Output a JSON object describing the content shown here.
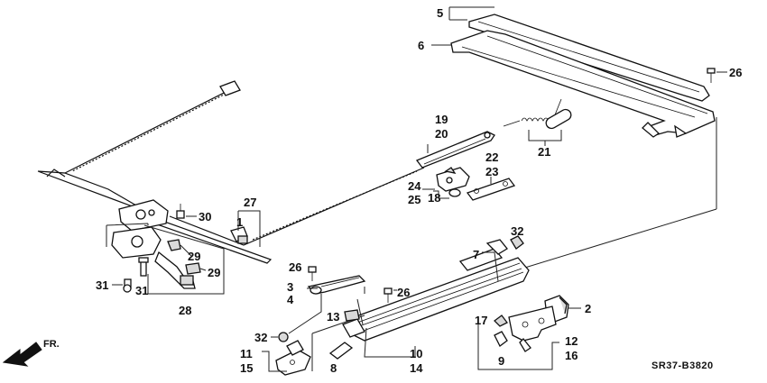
{
  "diagram": {
    "code": "SR37-B3820",
    "direction_label": "FR.",
    "callouts": [
      {
        "id": "c5",
        "text": "5"
      },
      {
        "id": "c6",
        "text": "6"
      },
      {
        "id": "c26a",
        "text": "26"
      },
      {
        "id": "c19",
        "text": "19"
      },
      {
        "id": "c20",
        "text": "20"
      },
      {
        "id": "c21",
        "text": "21"
      },
      {
        "id": "c22",
        "text": "22"
      },
      {
        "id": "c23",
        "text": "23"
      },
      {
        "id": "c24",
        "text": "24"
      },
      {
        "id": "c25",
        "text": "25"
      },
      {
        "id": "c18",
        "text": "18"
      },
      {
        "id": "c27",
        "text": "27"
      },
      {
        "id": "c1",
        "text": "1"
      },
      {
        "id": "c30",
        "text": "30"
      },
      {
        "id": "c29a",
        "text": "29"
      },
      {
        "id": "c29b",
        "text": "29"
      },
      {
        "id": "c31a",
        "text": "31"
      },
      {
        "id": "c31b",
        "text": "31"
      },
      {
        "id": "c28",
        "text": "28"
      },
      {
        "id": "c26b",
        "text": "26"
      },
      {
        "id": "c3",
        "text": "3"
      },
      {
        "id": "c4",
        "text": "4"
      },
      {
        "id": "c26c",
        "text": "26"
      },
      {
        "id": "c13",
        "text": "13"
      },
      {
        "id": "c32a",
        "text": "32"
      },
      {
        "id": "c32b",
        "text": "32"
      },
      {
        "id": "c7",
        "text": "7"
      },
      {
        "id": "c2",
        "text": "2"
      },
      {
        "id": "c17",
        "text": "17"
      },
      {
        "id": "c11",
        "text": "11"
      },
      {
        "id": "c15",
        "text": "15"
      },
      {
        "id": "c8",
        "text": "8"
      },
      {
        "id": "c10",
        "text": "10"
      },
      {
        "id": "c14",
        "text": "14"
      },
      {
        "id": "c9",
        "text": "9"
      },
      {
        "id": "c12",
        "text": "12"
      },
      {
        "id": "c16",
        "text": "16"
      }
    ]
  }
}
